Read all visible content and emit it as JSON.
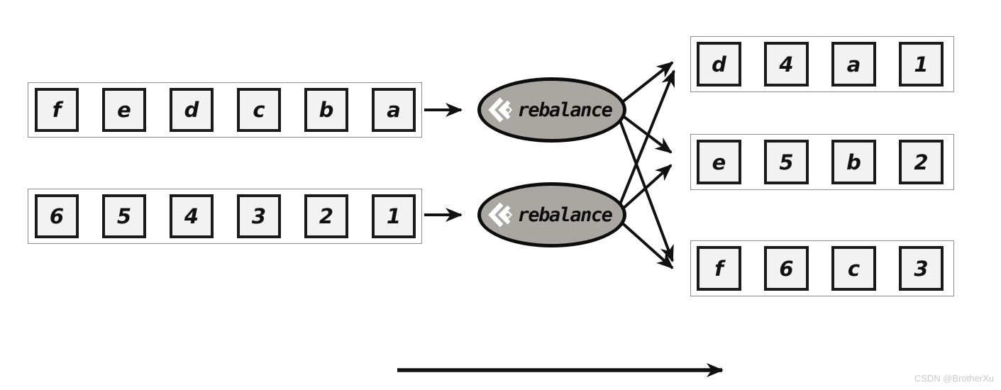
{
  "diagram": {
    "title_semantic": "rebalance redistribution diagram",
    "operators": [
      {
        "label": "rebalance",
        "icon": "double-chevron-diamond-icon"
      },
      {
        "label": "rebalance",
        "icon": "double-chevron-diamond-icon"
      }
    ],
    "streams": {
      "input1": {
        "cells": [
          "f",
          "e",
          "d",
          "c",
          "b",
          "a"
        ]
      },
      "input2": {
        "cells": [
          "6",
          "5",
          "4",
          "3",
          "2",
          "1"
        ]
      },
      "output1": {
        "cells": [
          "d",
          "4",
          "a",
          "1"
        ]
      },
      "output2": {
        "cells": [
          "e",
          "5",
          "b",
          "2"
        ]
      },
      "output3": {
        "cells": [
          "f",
          "6",
          "c",
          "3"
        ]
      }
    },
    "colors": {
      "operator_fill": "#aaa7a2",
      "cell_fill": "#f2f2f2",
      "cell_border": "#1a1a1a",
      "container_border": "#8a8a8a",
      "arrow": "#111111",
      "watermark": "#c9c9c9"
    }
  },
  "watermark": "CSDN @BrotherXu"
}
